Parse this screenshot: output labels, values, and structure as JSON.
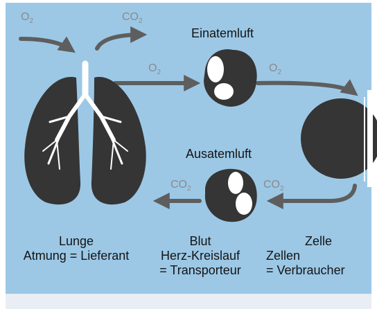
{
  "diagram": {
    "labels": {
      "o2_in": {
        "base": "O",
        "sub": "2"
      },
      "co2_out": {
        "base": "CO",
        "sub": "2"
      },
      "o2_to_heart": {
        "base": "O",
        "sub": "2"
      },
      "o2_to_cell": {
        "base": "O",
        "sub": "2"
      },
      "co2_from_cell": {
        "base": "CO",
        "sub": "2"
      },
      "co2_to_lung": {
        "base": "CO",
        "sub": "2"
      }
    },
    "heart_top_label": "Einatemluft",
    "heart_bottom_label": "Ausatemluft",
    "captions": {
      "lung": {
        "line1": "Lunge",
        "line2": "Atmung = Lieferant"
      },
      "blood": {
        "line1": "Blut",
        "line2": "Herz-Kreislauf",
        "line3": "= Transporteur"
      },
      "cell": {
        "line1": "Zelle",
        "line2": "Zellen",
        "line3": "= Verbraucher"
      }
    },
    "colors": {
      "background_blue": "#9cc8e6",
      "arrow": "#5e5e5e",
      "organ_dark": "#353535",
      "organ_light": "#ffffff"
    }
  }
}
